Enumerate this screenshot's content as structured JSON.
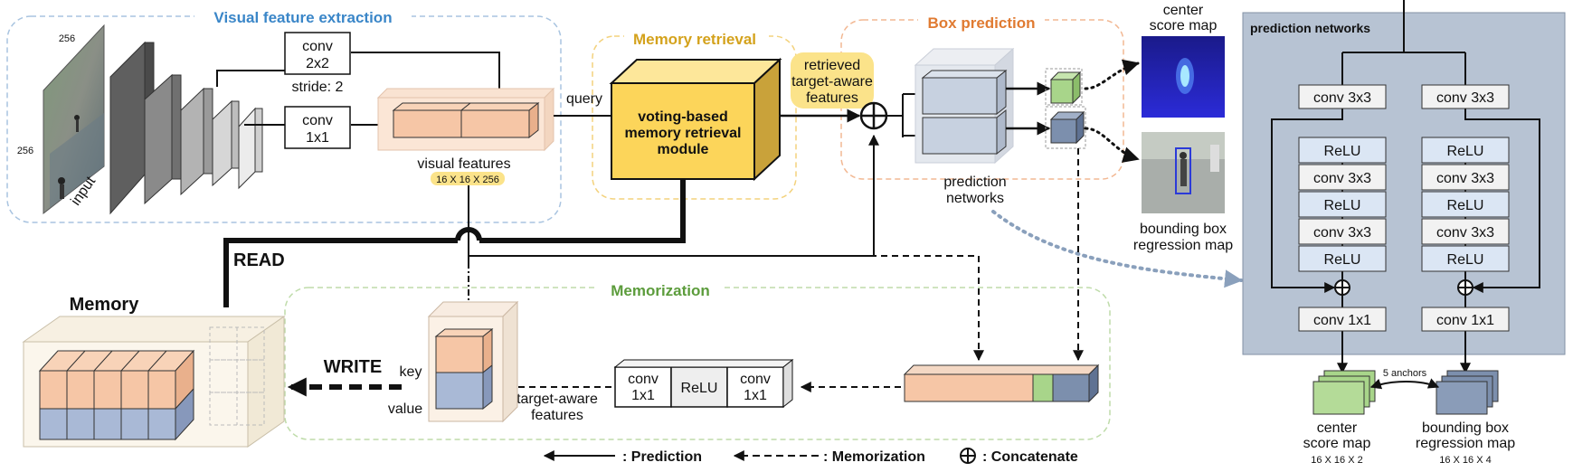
{
  "sections": {
    "visual_feature_extraction": {
      "title": "Visual feature extraction",
      "color": "#3a86c8"
    },
    "memory_retrieval": {
      "title": "Memory retrieval",
      "color": "#d4a21c"
    },
    "box_prediction": {
      "title": "Box prediction",
      "color": "#e07b32"
    },
    "memorization": {
      "title": "Memorization",
      "color": "#5c9c3c"
    },
    "prediction_networks_panel": {
      "title": "prediction networks"
    }
  },
  "input": {
    "label": "input",
    "dim_top": "256",
    "dim_left": "256"
  },
  "backbone": {
    "conv_2x2_l1": "conv",
    "conv_2x2_l2": "2x2",
    "stride": "stride: 2",
    "conv_1x1_l1": "conv",
    "conv_1x1_l2": "1x1",
    "query": "query"
  },
  "visual_features": {
    "label": "visual features",
    "dims": "16 X 16 X 256"
  },
  "retrieval_module": {
    "line1": "voting-based",
    "line2": "memory retrieval",
    "line3": "module"
  },
  "retrieved": {
    "line1": "retrieved",
    "line2": "target-aware",
    "line3": "features"
  },
  "prediction": {
    "networks_l1": "prediction",
    "networks_l2": "networks",
    "center_map_l1": "center",
    "center_map_l2": "score map",
    "bbox_map_l1": "bounding box",
    "bbox_map_l2": "regression map"
  },
  "memory": {
    "title": "Memory",
    "read": "READ",
    "write": "WRITE",
    "key": "key",
    "value": "value"
  },
  "memorization": {
    "conv1_l1": "conv",
    "conv1_l2": "1x1",
    "relu": "ReLU",
    "conv2_l1": "conv",
    "conv2_l2": "1x1",
    "target_l1": "target-aware",
    "target_l2": "features"
  },
  "pred_net": {
    "left": [
      "conv 3x3",
      "ReLU",
      "conv 3x3",
      "ReLU",
      "conv 3x3",
      "ReLU",
      "conv 1x1"
    ],
    "right": [
      "conv 3x3",
      "ReLU",
      "conv 3x3",
      "ReLU",
      "conv 3x3",
      "ReLU",
      "conv 1x1"
    ],
    "anchors": "5 anchors",
    "out_center_l1": "center",
    "out_center_l2": "score map",
    "out_center_dims": "16 X 16 X 2",
    "out_bbox_l1": "bounding box",
    "out_bbox_l2": "regression map",
    "out_bbox_dims": "16 X 16 X 4"
  },
  "legend": {
    "prediction": ": Prediction",
    "memorization": ": Memorization",
    "concatenate": ": Concatenate"
  },
  "colors": {
    "orange": "#f6c6a6",
    "blue": "#a9b9d6",
    "green": "#a8d58a",
    "slate": "#7c8fad",
    "yellow": "#fcd55a",
    "panel": "#b7c3d3"
  }
}
